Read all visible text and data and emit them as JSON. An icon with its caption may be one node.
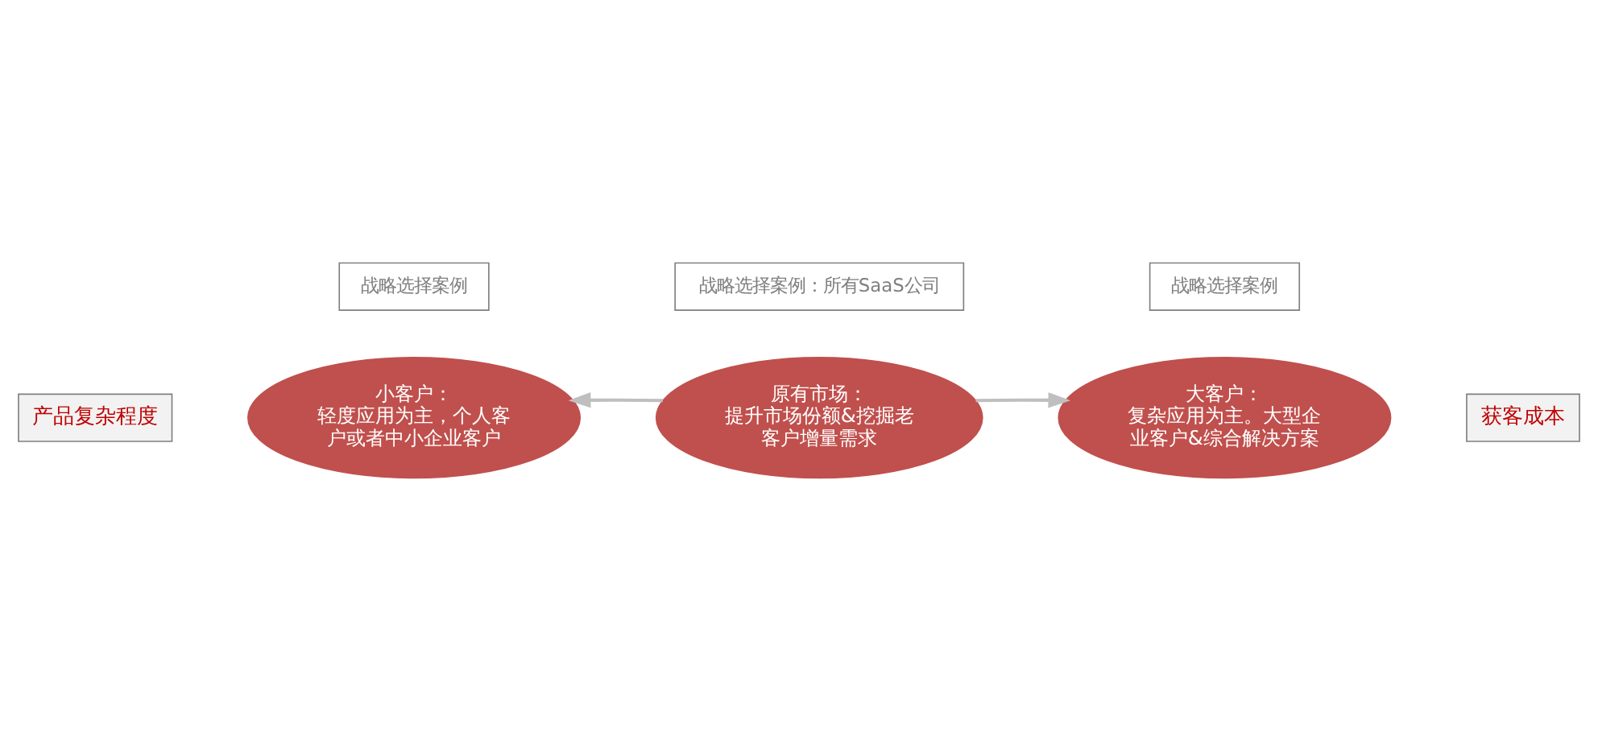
{
  "diagram": {
    "nodes": [
      {
        "text": [
          "产品复杂程度"
        ]
      },
      {
        "text": [
          "大客户：",
          "复杂应用为主。大型企业客户&综合解决方案"
        ]
      },
      {
        "text": [
          "战略选择案例"
        ]
      },
      {
        "text": [
          "原有市场：",
          "提升市场份额&挖掘老客户增量需求"
        ]
      },
      {
        "text": [
          "战略选择案例"
        ]
      },
      {
        "text": [
          "小客户：",
          "轻度应用为主，个人客户或者中小企业客户"
        ]
      },
      {
        "text": [
          "战略选择案例：所有SaaS公司"
        ]
      },
      {
        "text": [
          "获客成本"
        ]
      }
    ],
    "edges": [
      {
        "from": 3,
        "to": 1,
        "arrow": "to"
      },
      {
        "from": 3,
        "to": 5,
        "arrow": "to"
      }
    ]
  }
}
